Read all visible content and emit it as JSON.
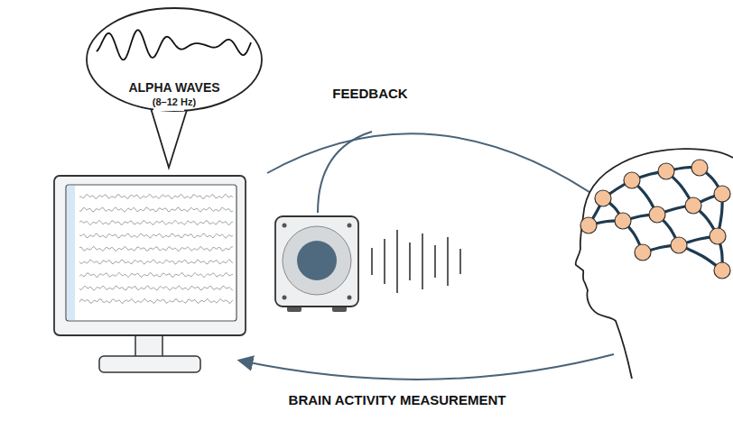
{
  "diagram": {
    "nodes": [
      {
        "text": [
          "ALPHA WAVES",
          "(8–12 Hz)"
        ]
      }
    ],
    "labels": [
      "FEEDBACK",
      "BRAIN ACTIVITY MEASUREMENT"
    ]
  }
}
